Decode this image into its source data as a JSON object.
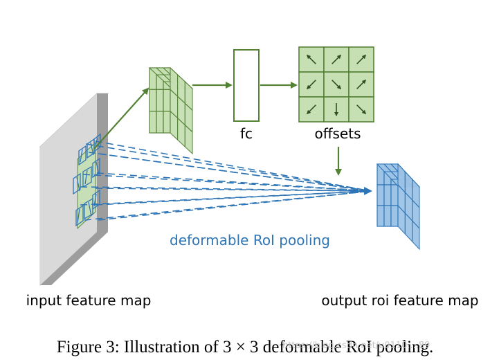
{
  "labels": {
    "fc": "fc",
    "offsets": "offsets",
    "pooling": "deformable RoI pooling",
    "input": "input feature map",
    "output": "output roi feature map"
  },
  "caption": "Figure 3: Illustration of 3 × 3 deformable RoI pooling.",
  "watermark": "https://blog.csdn.net/u0110....89",
  "colors": {
    "green_arrow": "#548235",
    "green_fill": "#c6e0b4",
    "green_stroke": "#548235",
    "blue_fill": "#9dc3e6",
    "blue_stroke": "#2e75b6",
    "blue_text": "#2e75b6",
    "plate_front": "#d9d9d9",
    "plate_side": "#a6a6a6",
    "plate_top": "#ececec"
  },
  "offset_arrows": [
    "arrow-up-left-icon",
    "arrow-up-right-icon",
    "arrow-up-right-icon",
    "arrow-down-left-icon",
    "arrow-down-right-icon",
    "arrow-up-right-icon",
    "arrow-down-left-icon",
    "arrow-down-icon",
    "arrow-down-right-icon"
  ]
}
